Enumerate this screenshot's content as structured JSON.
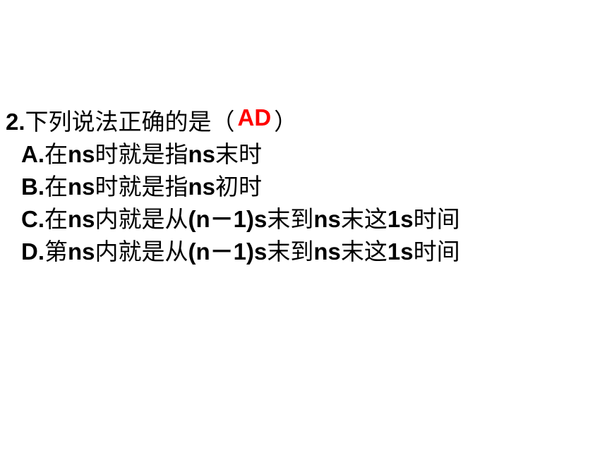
{
  "question": {
    "number": "2.",
    "stem": "下列说法正确的是（",
    "answer": "AD",
    "stem_close": "）"
  },
  "options": [
    {
      "label": "A.",
      "parts": [
        "在",
        "ns",
        "时就是指",
        "ns",
        "末时"
      ]
    },
    {
      "label": "B.",
      "parts": [
        "在",
        "ns",
        "时就是指",
        "ns",
        "初时"
      ]
    },
    {
      "label": "C.",
      "parts": [
        "在",
        "ns",
        "内就是从",
        "(n－1)s",
        "末到",
        "ns",
        "末这",
        "1s",
        "时间"
      ]
    },
    {
      "label": "D.",
      "parts": [
        "第",
        "ns",
        "内就是从",
        "(n－1)s",
        "末到",
        "ns",
        "末这",
        "1s",
        "时间"
      ]
    }
  ],
  "colors": {
    "text": "#000000",
    "answer": "#ff0000",
    "background": "#ffffff"
  }
}
